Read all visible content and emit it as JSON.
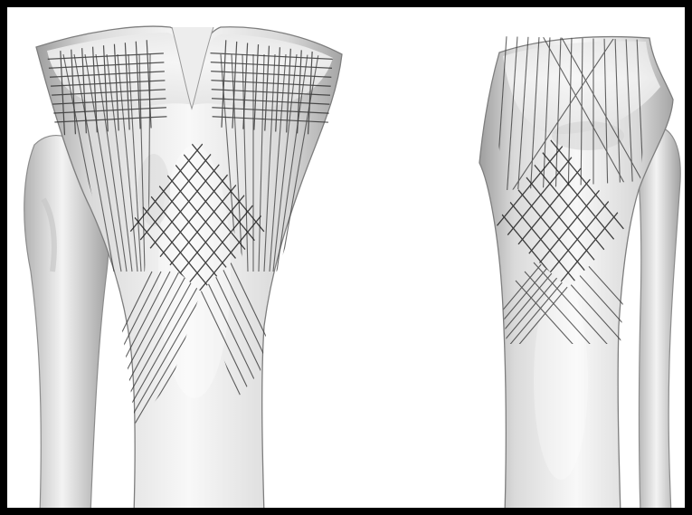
{
  "figure": {
    "panels": [
      {
        "view": "anterior",
        "bones": [
          "tibia",
          "fibula"
        ]
      },
      {
        "view": "lateral",
        "bones": [
          "tibia",
          "fibula"
        ]
      }
    ],
    "colors": {
      "border": "#000000",
      "background": "#ffffff",
      "bone_light": "#f7f7f7",
      "bone_mid": "#dcdcdc",
      "bone_shadow": "#a9a9a9",
      "trabecular_lines": "#2b2b2b"
    }
  }
}
